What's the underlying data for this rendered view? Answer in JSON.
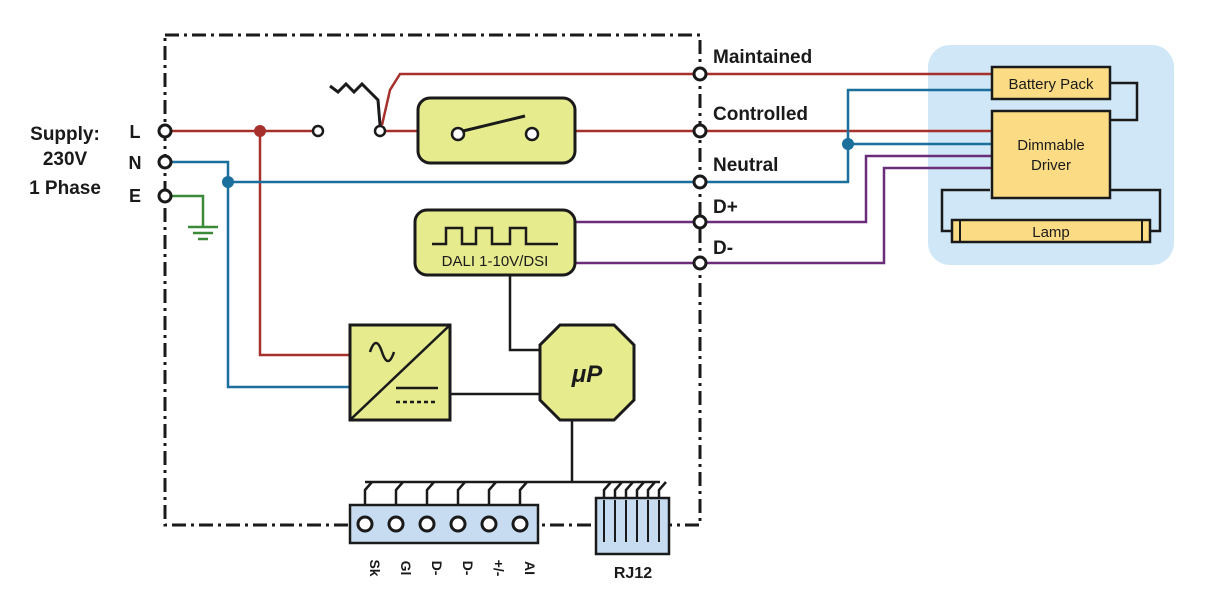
{
  "supply": {
    "title": "Supply:",
    "voltage": "230V",
    "phase": "1 Phase",
    "terminals": [
      "L",
      "N",
      "E"
    ]
  },
  "outputs": {
    "maintained": "Maintained",
    "controlled": "Controlled",
    "neutral": "Neutral",
    "d_plus": "D+",
    "d_minus": "D-"
  },
  "blocks": {
    "dali": "DALI 1-10V/DSI",
    "micro": "μP"
  },
  "luminaire": {
    "battery": "Battery Pack",
    "driver_line1": "Dimmable",
    "driver_line2": "Driver",
    "lamp": "Lamp"
  },
  "connector": {
    "pins": [
      "Sk",
      "Gl",
      "D-",
      "D-",
      "+/-",
      "AI"
    ],
    "rj12": "RJ12"
  },
  "colors": {
    "live": "#a6302b",
    "neutral": "#1a6f9c",
    "dali": "#6a2d7a",
    "earth": "#3a8a3a",
    "block_fill": "#e6eb8e",
    "luminaire_bg": "#cfe7f6",
    "luminaire_box": "#fbdc85"
  }
}
